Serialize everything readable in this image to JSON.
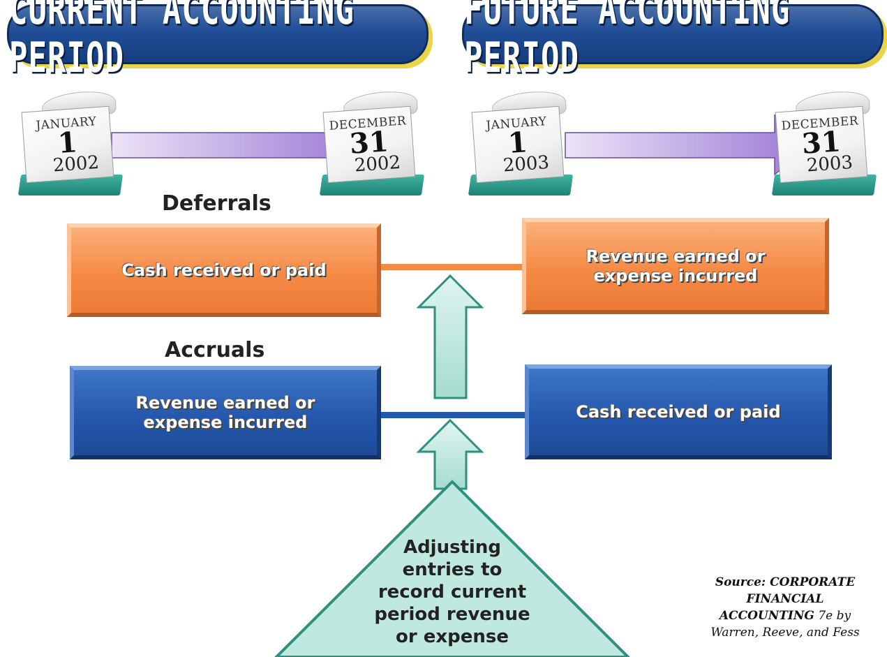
{
  "banners": {
    "current": "CURRENT ACCOUNTING PERIOD",
    "future": "FUTURE ACCOUNTING PERIOD"
  },
  "calendars": [
    {
      "month": "JANUARY",
      "day": "1",
      "year": "2002"
    },
    {
      "month": "DECEMBER",
      "day": "31",
      "year": "2002"
    },
    {
      "month": "JANUARY",
      "day": "1",
      "year": "2003"
    },
    {
      "month": "DECEMBER",
      "day": "31",
      "year": "2003"
    }
  ],
  "sections": {
    "deferrals": {
      "label": "Deferrals",
      "current_box": "Cash received or paid",
      "future_box": "Revenue earned or expense incurred"
    },
    "accruals": {
      "label": "Accruals",
      "current_box": "Revenue earned or expense incurred",
      "future_box": "Cash received or paid"
    }
  },
  "triangle": {
    "line1": "Adjusting",
    "line2": "entries to",
    "line3": "record current",
    "line4": "period revenue",
    "line5": "or expense"
  },
  "source": {
    "prefix": "Source: CORPORATE",
    "line2": "FINANCIAL",
    "line3_bold": "ACCOUNTING",
    "line3_rest": " 7e by",
    "line4": "Warren, Reeve, and Fess"
  },
  "colors": {
    "banner_blue": "#1f4d96",
    "banner_shadow": "#e9d44a",
    "deferral_orange": "#f58a45",
    "accrual_blue": "#2458ad",
    "arrow_teal": "#b9e6dc",
    "timeline_purple": "#b79be0"
  }
}
